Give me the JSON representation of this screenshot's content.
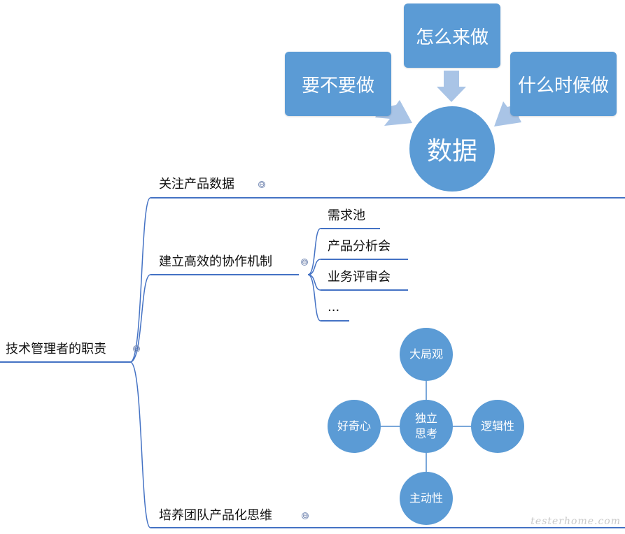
{
  "root": {
    "label": "技术管理者的职责"
  },
  "branches": [
    {
      "label": "关注产品数据"
    },
    {
      "label": "建立高效的协作机制",
      "children": [
        "需求池",
        "产品分析会",
        "业务评审会",
        "..."
      ]
    },
    {
      "label": "培养团队产品化思维"
    }
  ],
  "data_figure": {
    "center": "数据",
    "boxes": [
      "要不要做",
      "怎么来做",
      "什么时候做"
    ]
  },
  "thinking_figure": {
    "center_line1": "独立",
    "center_line2": "思考",
    "top": "大局观",
    "left": "好奇心",
    "right": "逻辑性",
    "bottom": "主动性"
  },
  "collapse_symbol": "⊖",
  "watermark": "testerhome.com",
  "colors": {
    "node_fill": "#5b9bd5",
    "arrow_fill": "#a9c4e6",
    "line": "#5b87c6",
    "branch_line": "#4472c4"
  }
}
